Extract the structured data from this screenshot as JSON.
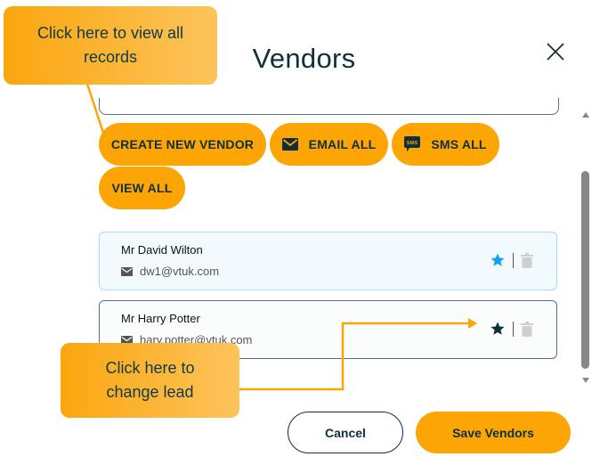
{
  "dialog": {
    "title": "Vendors",
    "close_icon": "close-icon"
  },
  "actions": {
    "create_new_vendor": "CREATE NEW VENDOR",
    "email_all": "EMAIL ALL",
    "sms_all": "SMS ALL",
    "sms_icon_text": "SMS",
    "view_all": "VIEW ALL"
  },
  "vendors": [
    {
      "name": "Mr David Wilton",
      "email": "dw1@vtuk.com",
      "is_lead": true
    },
    {
      "name": "Mr Harry Potter",
      "email": "hary.potter@vtuk.com",
      "is_lead": false
    }
  ],
  "footer": {
    "cancel": "Cancel",
    "save": "Save Vendors"
  },
  "annotations": {
    "view_all_callout": "Click here to view all records",
    "change_lead_callout": "Click here to change lead"
  },
  "colors": {
    "accent": "#fca505",
    "text_dark": "#0f2f3a",
    "lead_star": "#12a3f0",
    "non_lead_star": "#0f2f3a",
    "lead_card_bg": "#f2fafe",
    "lead_card_border": "#a7dff4"
  }
}
